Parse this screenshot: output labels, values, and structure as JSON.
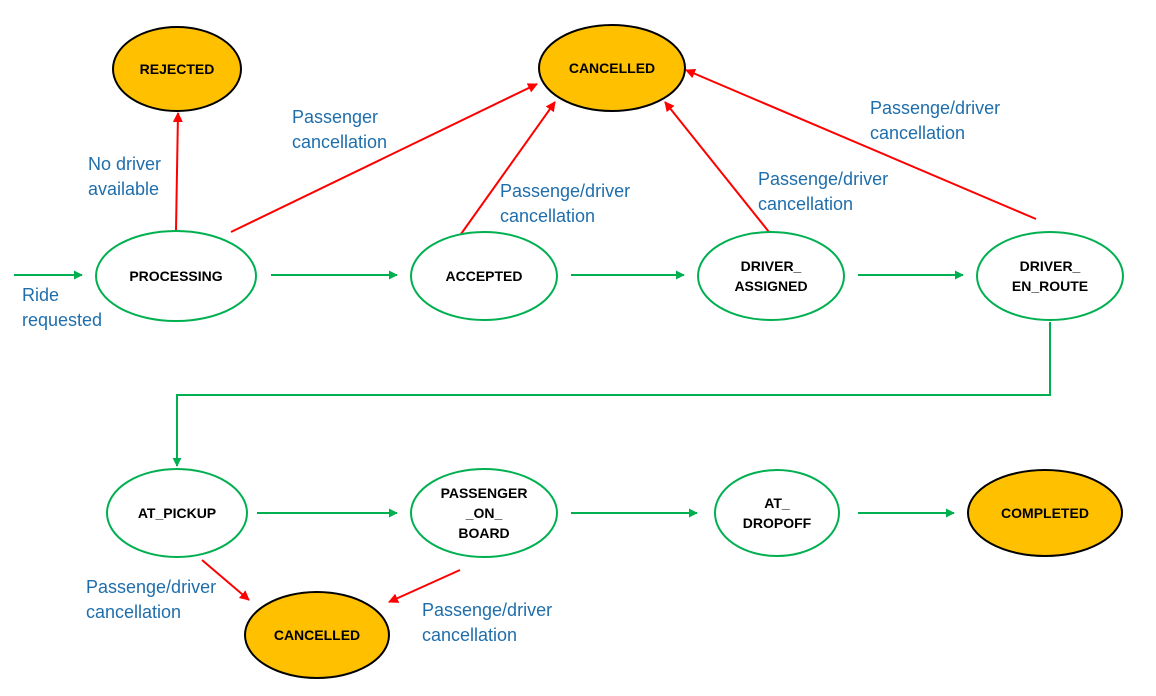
{
  "colors": {
    "flow": "#00b050",
    "cancel": "#ff0000",
    "terminal_fill": "#ffc000",
    "terminal_stroke": "#000000",
    "state_fill": "#ffffff",
    "label_text": "#1f6eab"
  },
  "nodes": {
    "processing": {
      "lines": [
        "PROCESSING"
      ]
    },
    "accepted": {
      "lines": [
        "ACCEPTED"
      ]
    },
    "driver_assigned": {
      "lines": [
        "DRIVER_",
        "ASSIGNED"
      ]
    },
    "driver_en_route": {
      "lines": [
        "DRIVER_",
        "EN_ROUTE"
      ]
    },
    "at_pickup": {
      "lines": [
        "AT_PICKUP"
      ]
    },
    "passenger_on_board": {
      "lines": [
        "PASSENGER",
        "_ON_",
        "BOARD"
      ]
    },
    "at_dropoff": {
      "lines": [
        "AT_",
        "DROPOFF"
      ]
    },
    "rejected": {
      "lines": [
        "REJECTED"
      ]
    },
    "cancelled_top": {
      "lines": [
        "CANCELLED"
      ]
    },
    "completed": {
      "lines": [
        "COMPLETED"
      ]
    },
    "cancelled_bottom": {
      "lines": [
        "CANCELLED"
      ]
    }
  },
  "labels": {
    "ride_requested": [
      "Ride",
      "requested"
    ],
    "no_driver": [
      "No driver",
      "available"
    ],
    "passenger_cancel": [
      "Passenger",
      "cancellation"
    ],
    "accepted_cancel": [
      "Passenge/driver",
      "cancellation"
    ],
    "assigned_cancel": [
      "Passenge/driver",
      "cancellation"
    ],
    "en_route_cancel": [
      "Passenge/driver",
      "cancellation"
    ],
    "pickup_cancel": [
      "Passenge/driver",
      "cancellation"
    ],
    "onboard_cancel": [
      "Passenge/driver",
      "cancellation"
    ]
  }
}
